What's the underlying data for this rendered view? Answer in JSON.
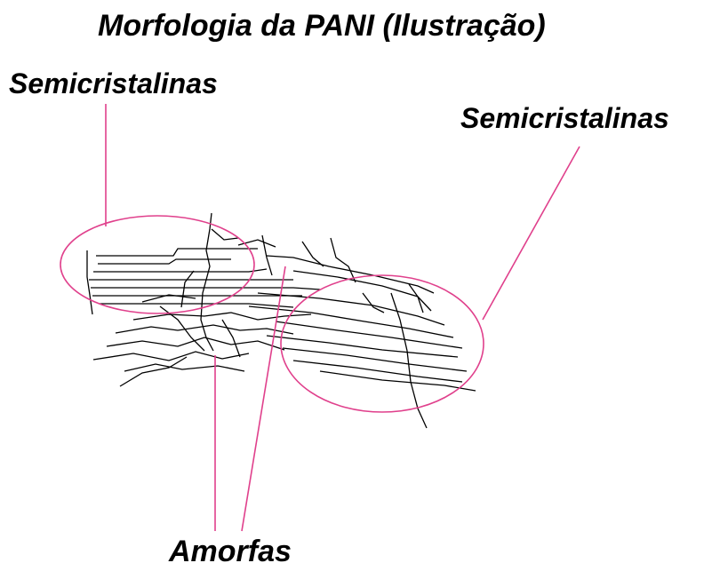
{
  "title": "Morfologia da PANI (Ilustração)",
  "labels": {
    "semicrystalline_left": "Semicristalinas",
    "semicrystalline_right": "Semicristalinas",
    "amorphous": "Amorfas"
  },
  "colors": {
    "annotation": "#e0408c",
    "chains": "#000000",
    "background": "#ffffff"
  }
}
